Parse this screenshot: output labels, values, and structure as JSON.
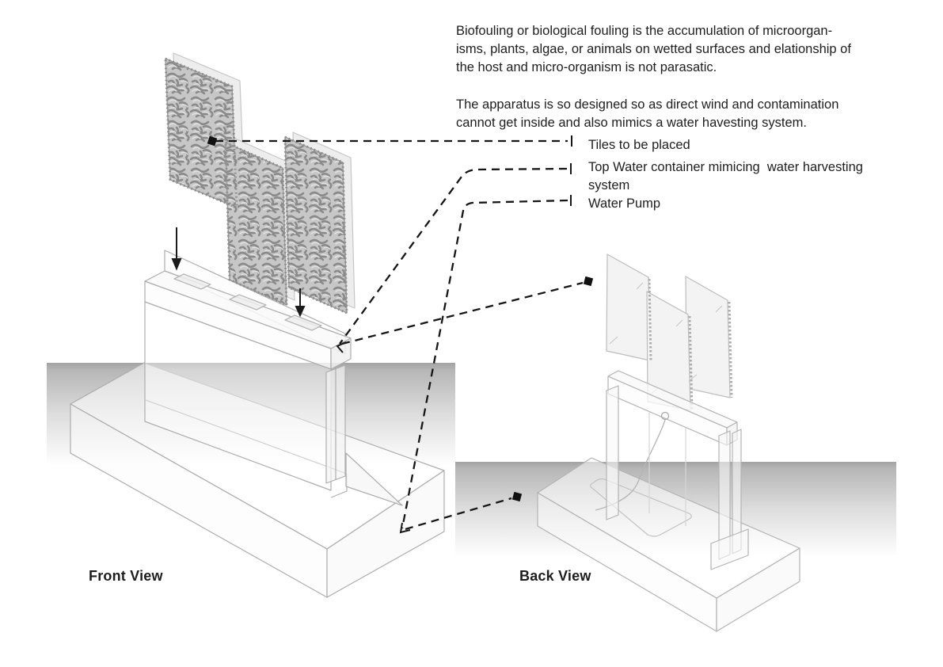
{
  "description": {
    "para1_lines": [
      "Biofouling or biological fouling is the accumulation of microorgan-",
      "isms, plants, algae, or animals on wetted surfaces and elationship of",
      "the host and micro-organism is not parasatic."
    ],
    "para2_lines": [
      "The apparatus is so designed so as direct wind and contamination",
      "cannot get inside and also mimics a water havesting system."
    ]
  },
  "callouts": {
    "tiles": "Tiles to be placed",
    "container_lines": [
      "Top Water container mimicing  water harvesting",
      "system"
    ],
    "pump": "Water Pump"
  },
  "views": {
    "front_label": "Front View",
    "back_label": "Back View"
  },
  "colors": {
    "text": "#1e1e1e",
    "drawing_line": "#b0b0b0",
    "annotation_line": "#161616",
    "band_gray": "#aeaeae",
    "tile_texture": "#8a8a8a"
  }
}
